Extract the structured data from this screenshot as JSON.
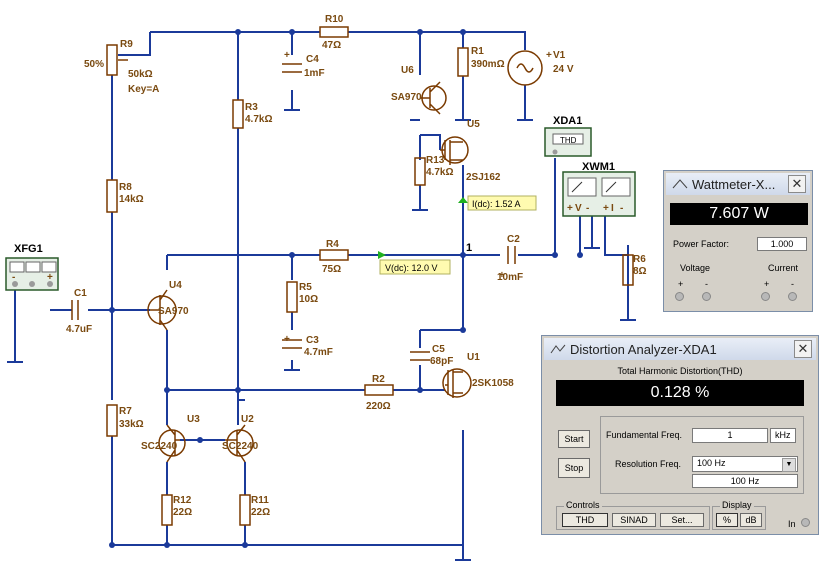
{
  "schematic": {
    "components": {
      "r9": {
        "name": "R9",
        "value": "50kΩ",
        "key": "Key=A",
        "percent": "50%"
      },
      "r10": {
        "name": "R10",
        "value": "47Ω"
      },
      "c4": {
        "name": "C4",
        "value": "1mF"
      },
      "r1": {
        "name": "R1",
        "value": "390mΩ"
      },
      "v1": {
        "name": "V1",
        "value": "24 V",
        "plus": "+"
      },
      "u6": {
        "name": "U6",
        "part": "SA970"
      },
      "r3": {
        "name": "R3",
        "value": "4.7kΩ"
      },
      "xda1": {
        "name": "XDA1",
        "box_label": "THD"
      },
      "u5": {
        "name": "U5",
        "part": "2SJ162"
      },
      "r13": {
        "name": "R13",
        "value": "4.7kΩ"
      },
      "xwm1": {
        "name": "XWM1"
      },
      "r8": {
        "name": "R8",
        "value": "14kΩ"
      },
      "xfg1": {
        "name": "XFG1"
      },
      "r4": {
        "name": "R4",
        "value": "75Ω"
      },
      "c2": {
        "name": "C2",
        "value": "10mF"
      },
      "r6": {
        "name": "R6",
        "value": "8Ω"
      },
      "u4": {
        "name": "U4",
        "part": "SA970"
      },
      "c1": {
        "name": "C1",
        "value": "4.7uF"
      },
      "r5": {
        "name": "R5",
        "value": "10Ω"
      },
      "c3": {
        "name": "C3",
        "value": "4.7mF"
      },
      "c5": {
        "name": "C5",
        "value": "68pF"
      },
      "u1": {
        "name": "U1",
        "part": "2SK1058"
      },
      "r2": {
        "name": "R2",
        "value": "220Ω"
      },
      "r7": {
        "name": "R7",
        "value": "33kΩ"
      },
      "u3": {
        "name": "U3",
        "part": "SC2240"
      },
      "u2": {
        "name": "U2",
        "part": "SC2240"
      },
      "r12": {
        "name": "R12",
        "value": "22Ω"
      },
      "r11": {
        "name": "R11",
        "value": "22Ω"
      }
    },
    "node_label": "1",
    "probes": {
      "current": "I(dc): 1.52 A",
      "voltage": "V(dc): 12.0 V"
    },
    "xwm1_terminals": {
      "v_plus": "+",
      "v": "V",
      "v_minus": "-",
      "i_plus": "+",
      "i": "I",
      "i_minus": "-"
    },
    "xfg1_terminals": {
      "minus": "-",
      "plus": "+"
    },
    "pol_plus": "+"
  },
  "wattmeter": {
    "title": "Wattmeter-X...",
    "reading": "7.607 W",
    "power_factor_label": "Power Factor:",
    "power_factor_value": "1.000",
    "voltage_label": "Voltage",
    "current_label": "Current",
    "plus": "+",
    "minus": "-"
  },
  "distortion": {
    "title": "Distortion Analyzer-XDA1",
    "header": "Total Harmonic Distortion(THD)",
    "reading": "0.128 %",
    "start_label": "Start",
    "stop_label": "Stop",
    "fundamental_label": "Fundamental Freq.",
    "fundamental_value": "1",
    "fundamental_unit": "kHz",
    "resolution_label": "Resolution Freq.",
    "resolution_value": "100 Hz",
    "resolution_readout": "100 Hz",
    "controls_label": "Controls",
    "thd_btn": "THD",
    "sinad_btn": "SINAD",
    "set_btn": "Set...",
    "display_label": "Display",
    "pct_btn": "%",
    "db_btn": "dB",
    "in_label": "In"
  },
  "colors": {
    "wire": "#1b3a9a",
    "label": "#7a4a10",
    "lcd": "#000000"
  }
}
